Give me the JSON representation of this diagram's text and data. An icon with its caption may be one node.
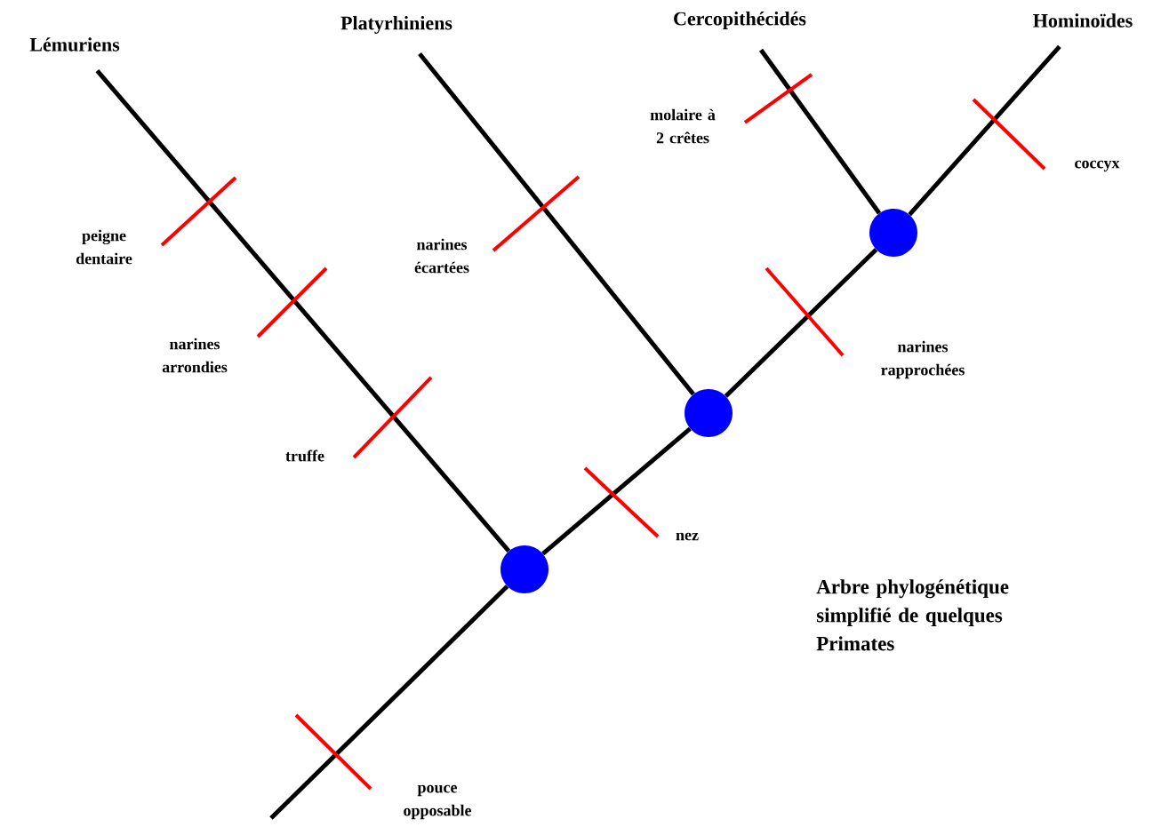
{
  "diagram": {
    "caption": "Arbre phylogénétique simplifié de quelques Primates",
    "nodes": [
      {
        "text": [
          "Lémuriens"
        ]
      },
      {
        "text": [
          "Platyrhiniens"
        ]
      },
      {
        "text": [
          "Cercopithécidés"
        ]
      },
      {
        "text": [
          "Hominoïdes"
        ]
      },
      {
        "text": [],
        "shape": "circle"
      },
      {
        "text": [],
        "shape": "circle"
      },
      {
        "text": [],
        "shape": "circle"
      }
    ],
    "edges": [
      {
        "from": null,
        "to": 4,
        "arrow": "none"
      },
      {
        "from": 4,
        "to": 0,
        "arrow": "none"
      },
      {
        "from": 4,
        "to": 5,
        "arrow": "none"
      },
      {
        "from": 5,
        "to": 1,
        "arrow": "none"
      },
      {
        "from": 5,
        "to": 6,
        "arrow": "none"
      },
      {
        "from": 6,
        "to": 2,
        "arrow": "none"
      },
      {
        "from": 6,
        "to": 3,
        "arrow": "none"
      }
    ],
    "labels": [
      "molaire à 2 crêtes",
      "coccyx",
      "peigne dentaire",
      "narines écartées",
      "narines arrondies",
      "narines rapprochées",
      "truffe",
      "nez",
      "pouce opposable"
    ]
  }
}
